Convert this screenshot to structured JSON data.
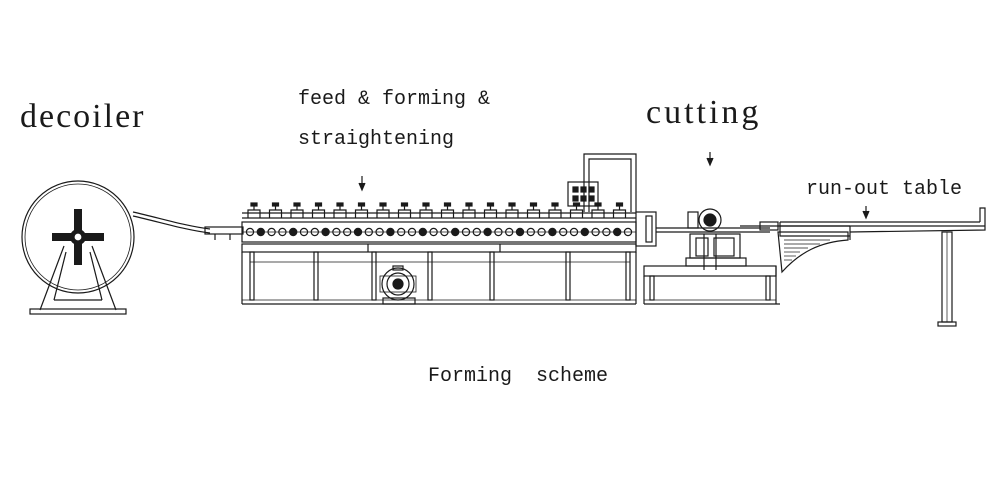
{
  "labels": {
    "decoiler": "decoiler",
    "feed_line1": "feed & forming &",
    "feed_line2": "straightening",
    "cutting": "cutting",
    "runout": "run-out table",
    "caption": "Forming  scheme"
  },
  "colors": {
    "ink": "#1a1a1a",
    "background": "#ffffff"
  }
}
